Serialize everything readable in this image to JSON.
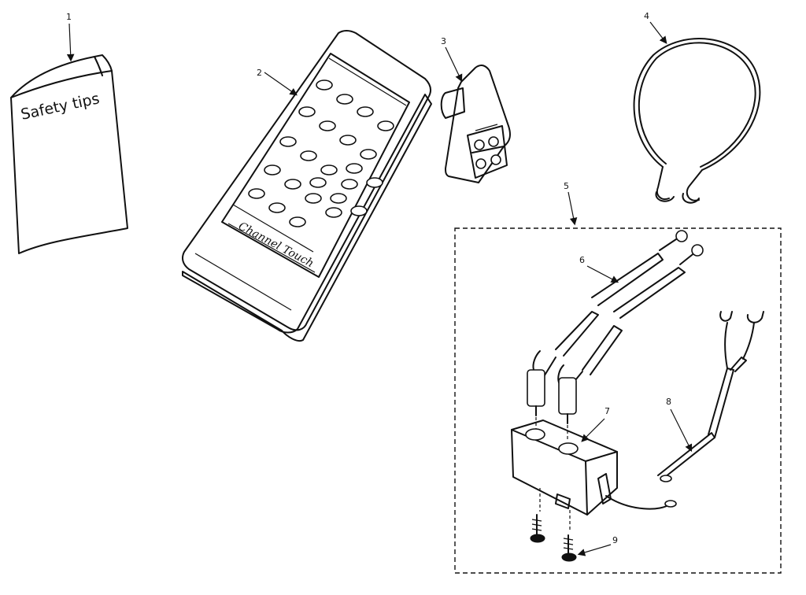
{
  "booklet": {
    "title": "Safety tips"
  },
  "remote": {
    "brand": "Channel Touch"
  },
  "callouts": [
    {
      "id": "1"
    },
    {
      "id": "2"
    },
    {
      "id": "3"
    },
    {
      "id": "4"
    },
    {
      "id": "5"
    },
    {
      "id": "6"
    },
    {
      "id": "7"
    },
    {
      "id": "8"
    },
    {
      "id": "9"
    }
  ]
}
